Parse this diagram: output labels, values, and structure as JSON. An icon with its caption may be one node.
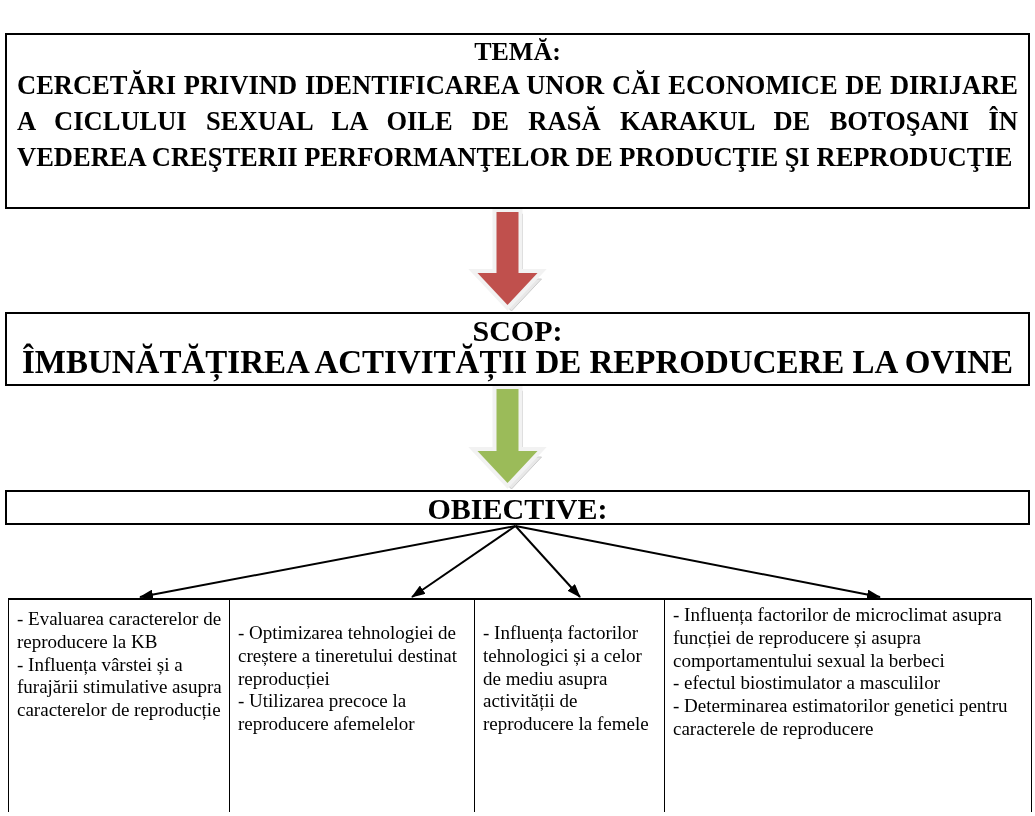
{
  "diagram": {
    "nodes": [
      {
        "text": [
          "TEMĂ:",
          "CERCETĂRI PRIVIND IDENTIFICAREA UNOR CĂI ECONOMICE DE DIRIJARE A CICLULUI SEXUAL LA OILE DE RASĂ KARAKUL DE BOTOŞANI ÎN VEDEREA CREŞTERII PERFORMANŢELOR DE PRODUCŢIE ŞI REPRODUCŢIE"
        ]
      },
      {
        "text": [
          "SCOP:",
          "ÎMBUNĂTĂȚIREA ACTIVITĂȚII DE REPRODUCERE LA OVINE"
        ]
      },
      {
        "text": [
          "OBIECTIVE:"
        ]
      },
      {
        "text": [
          "- Evaluarea caracterelor de reproducere la KB",
          "- Influența vârstei și a furajării stimulative asupra caracterelor de reproducție"
        ]
      },
      {
        "text": [
          "- Optimizarea tehnologiei de creștere a tineretului destinat reproducției",
          "- Utilizarea precoce la reproducere afemelelor"
        ]
      },
      {
        "text": [
          "- Influența factorilor tehnologici  și a celor de mediu asupra activității de reproducere la femele"
        ]
      },
      {
        "text": [
          "- Influența factorilor de microclimat asupra funcției de reproducere și asupra comportamentului sexual  la berbeci",
          "- efectul biostimulator a masculilor",
          "- Determinarea estimatorilor genetici pentru caracterele de reproducere"
        ]
      }
    ],
    "edges": [
      {
        "from": 0,
        "to": 1,
        "arrow": "to",
        "style": "thick",
        "color": "#c0504d"
      },
      {
        "from": 1,
        "to": 2,
        "arrow": "to",
        "style": "thick",
        "color": "#9bbb59"
      },
      {
        "from": 2,
        "to": 3,
        "arrow": "to"
      },
      {
        "from": 2,
        "to": 4,
        "arrow": "to"
      },
      {
        "from": 2,
        "to": 5,
        "arrow": "to"
      },
      {
        "from": 2,
        "to": 6,
        "arrow": "to"
      }
    ]
  }
}
